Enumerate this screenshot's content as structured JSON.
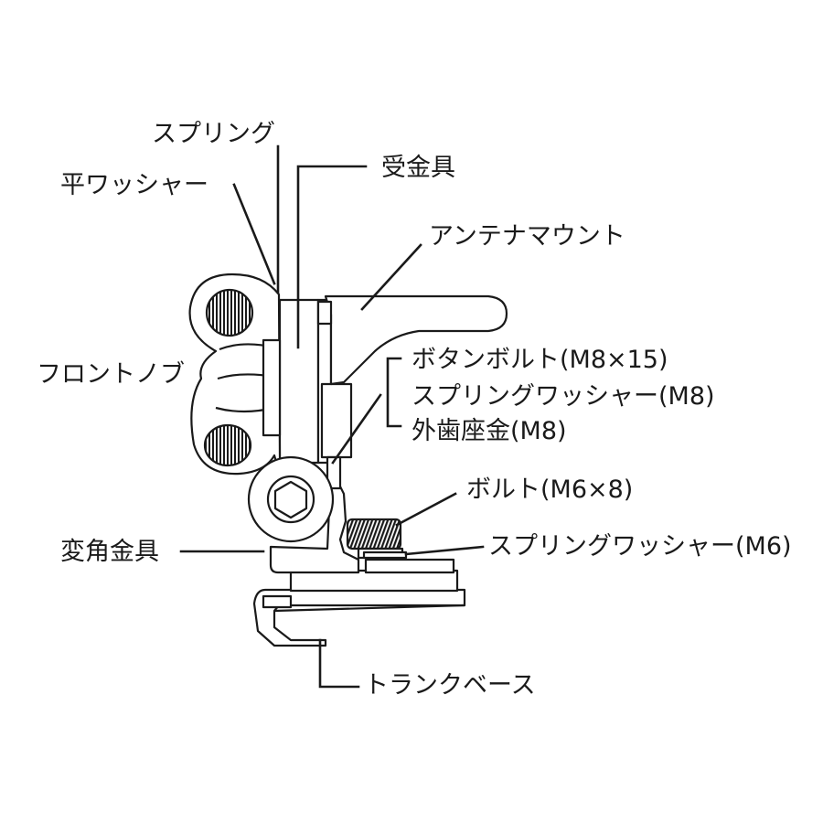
{
  "labels": {
    "spring": "スプリング",
    "flat_washer": "平ワッシャー",
    "receiver": "受金具",
    "antenna_mount": "アンテナマウント",
    "front_knob": "フロントノブ",
    "button_bolt": "ボタンボルト(M8×15)",
    "spring_washer_m8": "スプリングワッシャー(M8)",
    "toothed_washer": "外歯座金(M8)",
    "bolt_m6": "ボルト(M6×8)",
    "angle_bracket": "変角金具",
    "spring_washer_m6": "スプリングワッシャー(M6)",
    "trunk_base": "トランクベース"
  },
  "colors": {
    "line": "#1a1a1a",
    "fill": "#ffffff",
    "text": "#1a1a1a"
  }
}
